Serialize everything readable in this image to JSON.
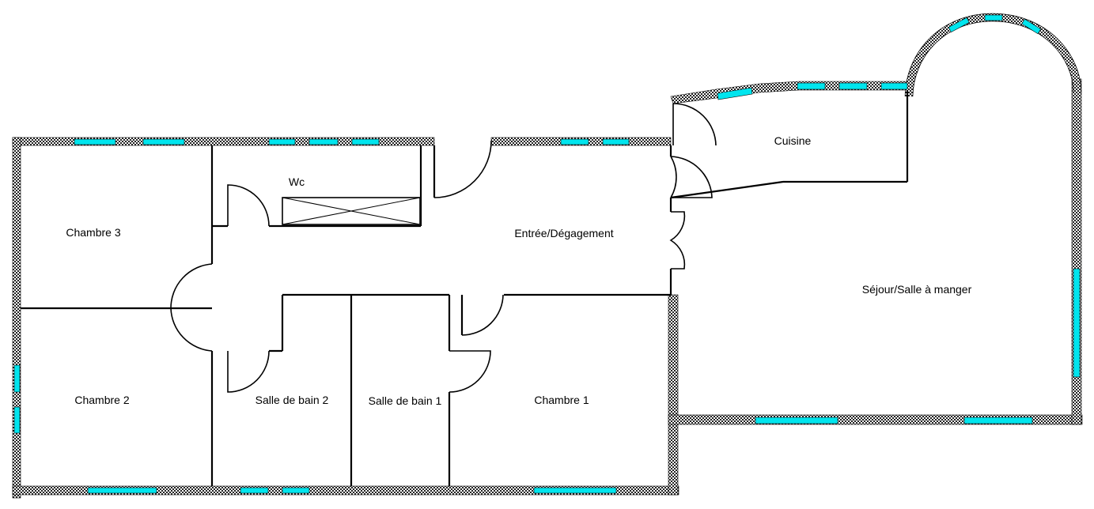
{
  "plan": {
    "rooms": {
      "chambre3": "Chambre 3",
      "wc": "Wc",
      "entree": "Entrée/Dégagement",
      "cuisine": "Cuisine",
      "sejour": "Séjour/Salle à manger",
      "chambre2": "Chambre 2",
      "sdb2": "Salle de bain 2",
      "sdb1": "Salle de bain 1",
      "chambre1": "Chambre 1"
    },
    "colors": {
      "window": "#00e5ee",
      "wall_hatch_dark": "#111111",
      "wall_hatch_light": "#ffffff",
      "line": "#000000",
      "background": "#ffffff"
    }
  }
}
